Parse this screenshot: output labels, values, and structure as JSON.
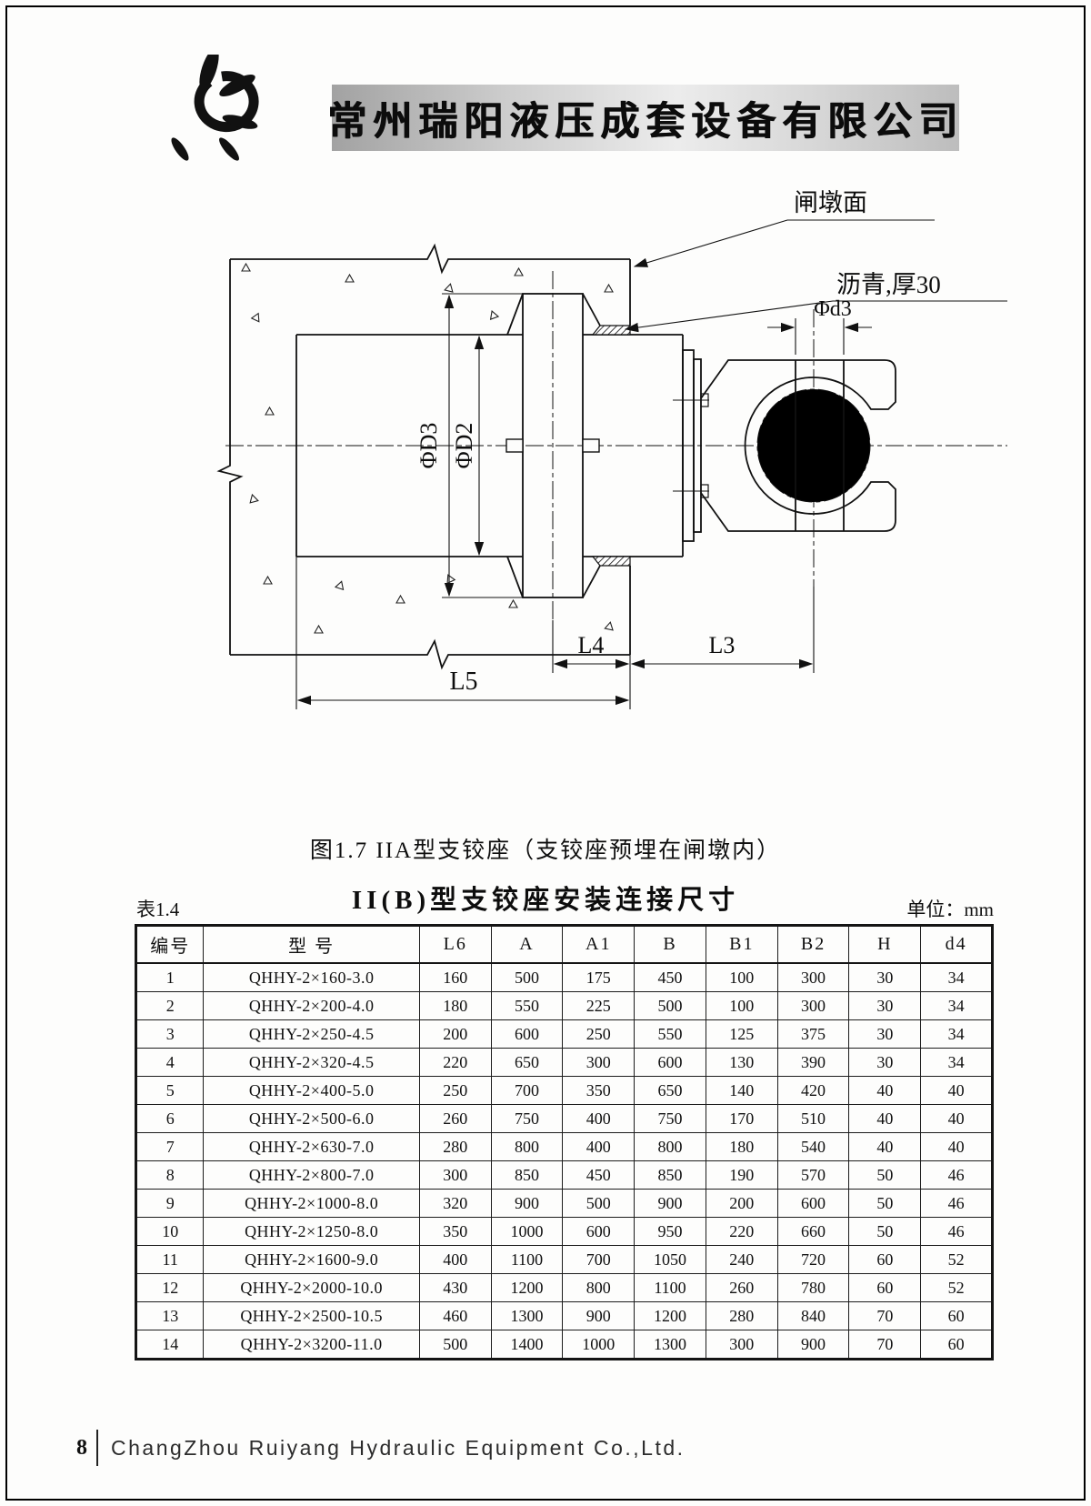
{
  "header": {
    "logo_icon": "ruiyang-swirl-logo",
    "company_name_cn": "常州瑞阳液压成套设备有限公司"
  },
  "drawing": {
    "labels": {
      "pier_face": "闸墩面",
      "asphalt": "沥青,厚30",
      "pin_diameter": "Φd3",
      "flange_diameter": "ΦD3",
      "body_diameter": "ΦD2",
      "dim_l4": "L4",
      "dim_l3": "L3",
      "dim_l5": "L5"
    },
    "caption": "图1.7 IIA型支铰座（支铰座预埋在闸墩内）"
  },
  "table_section": {
    "title": "II(B)型支铰座安装连接尺寸",
    "table_label": "表1.4",
    "unit_label": "单位：mm",
    "columns": [
      "编号",
      "型 号",
      "L6",
      "A",
      "A1",
      "B",
      "B1",
      "B2",
      "H",
      "d4"
    ],
    "rows": [
      [
        "1",
        "QHHY-2×160-3.0",
        "160",
        "500",
        "175",
        "450",
        "100",
        "300",
        "30",
        "34"
      ],
      [
        "2",
        "QHHY-2×200-4.0",
        "180",
        "550",
        "225",
        "500",
        "100",
        "300",
        "30",
        "34"
      ],
      [
        "3",
        "QHHY-2×250-4.5",
        "200",
        "600",
        "250",
        "550",
        "125",
        "375",
        "30",
        "34"
      ],
      [
        "4",
        "QHHY-2×320-4.5",
        "220",
        "650",
        "300",
        "600",
        "130",
        "390",
        "30",
        "34"
      ],
      [
        "5",
        "QHHY-2×400-5.0",
        "250",
        "700",
        "350",
        "650",
        "140",
        "420",
        "40",
        "40"
      ],
      [
        "6",
        "QHHY-2×500-6.0",
        "260",
        "750",
        "400",
        "750",
        "170",
        "510",
        "40",
        "40"
      ],
      [
        "7",
        "QHHY-2×630-7.0",
        "280",
        "800",
        "400",
        "800",
        "180",
        "540",
        "40",
        "40"
      ],
      [
        "8",
        "QHHY-2×800-7.0",
        "300",
        "850",
        "450",
        "850",
        "190",
        "570",
        "50",
        "46"
      ],
      [
        "9",
        "QHHY-2×1000-8.0",
        "320",
        "900",
        "500",
        "900",
        "200",
        "600",
        "50",
        "46"
      ],
      [
        "10",
        "QHHY-2×1250-8.0",
        "350",
        "1000",
        "600",
        "950",
        "220",
        "660",
        "50",
        "46"
      ],
      [
        "11",
        "QHHY-2×1600-9.0",
        "400",
        "1100",
        "700",
        "1050",
        "240",
        "720",
        "60",
        "52"
      ],
      [
        "12",
        "QHHY-2×2000-10.0",
        "430",
        "1200",
        "800",
        "1100",
        "260",
        "780",
        "60",
        "52"
      ],
      [
        "13",
        "QHHY-2×2500-10.5",
        "460",
        "1300",
        "900",
        "1200",
        "280",
        "840",
        "70",
        "60"
      ],
      [
        "14",
        "QHHY-2×3200-11.0",
        "500",
        "1400",
        "1000",
        "1300",
        "300",
        "900",
        "70",
        "60"
      ]
    ]
  },
  "footer": {
    "page_number": "8",
    "company_name_en": "ChangZhou Ruiyang Hydraulic Equipment Co.,Ltd."
  }
}
